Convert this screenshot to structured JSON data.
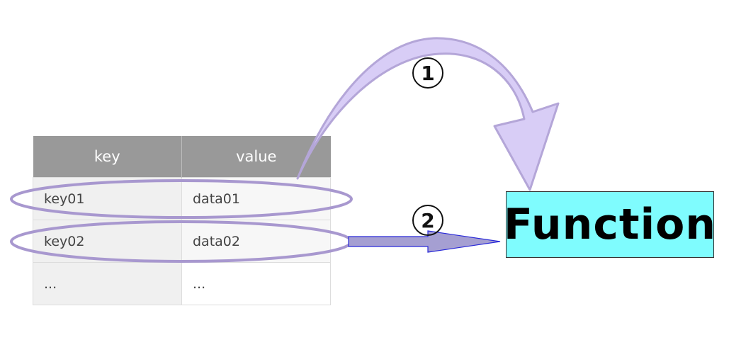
{
  "table": {
    "headers": [
      "key",
      "value"
    ],
    "rows": [
      {
        "key": "key01",
        "value": "data01"
      },
      {
        "key": "key02",
        "value": "data02"
      },
      {
        "key": "...",
        "value": "..."
      }
    ]
  },
  "function_box": {
    "label": "Function",
    "background_color": "#7ffcfe"
  },
  "steps": [
    {
      "label": "1"
    },
    {
      "label": "2"
    }
  ],
  "colors": {
    "arrow_fill": "#d8cdf6",
    "arrow_stroke": "#b4a6d8",
    "ellipse_stroke": "#a898cf",
    "straight_arrow_fill": "#a59fd2",
    "straight_arrow_stroke": "#2a2ad8"
  }
}
